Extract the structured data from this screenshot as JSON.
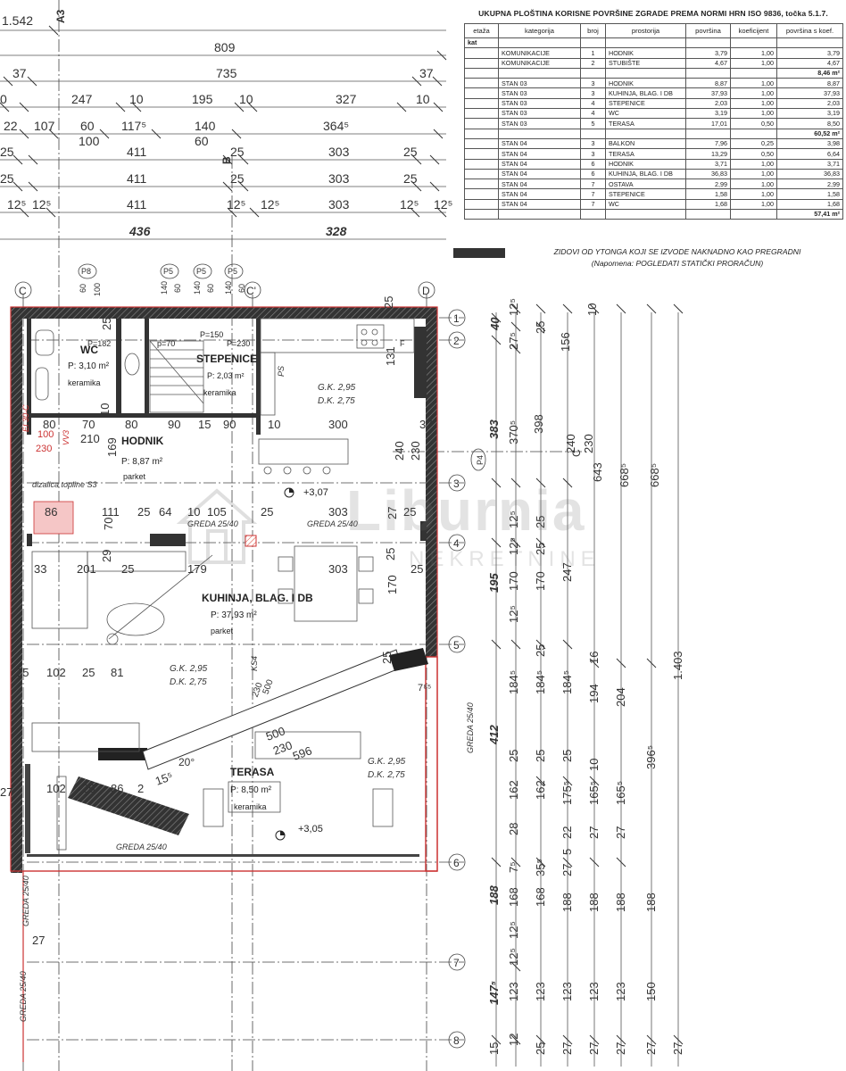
{
  "table": {
    "title": "UKUPNA PLOŠTINA KORISNE POVRŠINE ZGRADE PREMA NORMI HRN ISO 9836, točka 5.1.7.",
    "headers": [
      "etaža",
      "kategorija",
      "broj",
      "prostorija",
      "površina",
      "koeficijent",
      "površina s koef."
    ],
    "section": "kat",
    "rows": [
      [
        "",
        "KOMUNIKACIJE",
        "1",
        "HODNIK",
        "3,79",
        "1,00",
        "3,79"
      ],
      [
        "",
        "KOMUNIKACIJE",
        "2",
        "STUBIŠTE",
        "4,67",
        "1,00",
        "4,67"
      ],
      [
        "",
        "",
        "",
        "",
        "",
        "",
        "8,46 m²"
      ],
      [
        "",
        "STAN 03",
        "3",
        "HODNIK",
        "8,87",
        "1,00",
        "8,87"
      ],
      [
        "",
        "STAN 03",
        "3",
        "KUHINJA, BLAG. I DB",
        "37,93",
        "1,00",
        "37,93"
      ],
      [
        "",
        "STAN 03",
        "4",
        "STEPENICE",
        "2,03",
        "1,00",
        "2,03"
      ],
      [
        "",
        "STAN 03",
        "4",
        "WC",
        "3,19",
        "1,00",
        "3,19"
      ],
      [
        "",
        "STAN 03",
        "5",
        "TERASA",
        "17,01",
        "0,50",
        "8,50"
      ],
      [
        "",
        "",
        "",
        "",
        "",
        "",
        "60,52 m²"
      ],
      [
        "",
        "STAN 04",
        "3",
        "BALKON",
        "7,96",
        "0,25",
        "3,98"
      ],
      [
        "",
        "STAN 04",
        "3",
        "TERASA",
        "13,29",
        "0,50",
        "6,64"
      ],
      [
        "",
        "STAN 04",
        "6",
        "HODNIK",
        "3,71",
        "1,00",
        "3,71"
      ],
      [
        "",
        "STAN 04",
        "6",
        "KUHINJA, BLAG. I DB",
        "36,83",
        "1,00",
        "36,83"
      ],
      [
        "",
        "STAN 04",
        "7",
        "OSTAVA",
        "2,99",
        "1,00",
        "2,99"
      ],
      [
        "",
        "STAN 04",
        "7",
        "STEPENICE",
        "1,58",
        "1,00",
        "1,58"
      ],
      [
        "",
        "STAN 04",
        "7",
        "WC",
        "1,68",
        "1,00",
        "1,68"
      ],
      [
        "",
        "",
        "",
        "",
        "",
        "",
        "57,41 m²"
      ]
    ]
  },
  "legend": {
    "line1": "ZIDOVI OD YTONGA KOJI SE IZVODE NAKNADNO KAO PREGRADNI",
    "line2": "(Napomena: POGLEDATI STATIČKI PRORAČUN)",
    "swatch_color": "#333333"
  },
  "watermark": {
    "name": "Liburnia",
    "sub": "NEKRETNINE"
  },
  "axes": {
    "top_a": "A3",
    "mid_b": "B",
    "top_c": "C",
    "top_c2": "C'",
    "top_d": "D",
    "rows": [
      "1",
      "2",
      "3",
      "4",
      "5",
      "6",
      "7",
      "8"
    ],
    "c_right": "C",
    "p_tags": [
      "P8",
      "P5",
      "P5",
      "P5"
    ],
    "p4": "P4"
  },
  "top_dims": {
    "left_overflow": "1.542",
    "row1": [
      "809"
    ],
    "row2": [
      "37",
      "735",
      "37"
    ],
    "row3": [
      "0",
      "247",
      "10",
      "195",
      "10",
      "327",
      "10"
    ],
    "row4": [
      "22",
      "107",
      "60",
      "117⁵",
      "140",
      "364⁵"
    ],
    "row4b": [
      "100",
      "60"
    ],
    "row5": [
      "25",
      "411",
      "25",
      "303",
      "25"
    ],
    "row6": [
      "25",
      "411",
      "25",
      "303",
      "25"
    ],
    "row7": [
      "12⁵",
      "12⁵",
      "411",
      "12⁵",
      "12⁵",
      "303",
      "12⁵",
      "12⁵"
    ],
    "row8": [
      "436",
      "328"
    ]
  },
  "p_dims": [
    "60",
    "100",
    "140",
    "60",
    "140",
    "60",
    "140",
    "60"
  ],
  "rooms": {
    "wc": {
      "name": "WC",
      "area": "P: 3,10 m²",
      "floor": "keramika"
    },
    "stair": {
      "name": "STEPENICE",
      "area": "P: 2,03 m²",
      "floor": "keramika",
      "p150": "P=150",
      "p70": "p=70",
      "p230": "P=230"
    },
    "hodnik": {
      "name": "HODNIK",
      "area": "P: 8,87 m²",
      "floor": "parket"
    },
    "kuhinja": {
      "name": "KUHINJA, BLAG. I DB",
      "area": "P: 37,93 m²",
      "floor": "parket"
    },
    "terasa": {
      "name": "TERASA",
      "area": "P: 8,50 m²",
      "floor": "keramika"
    }
  },
  "heights": {
    "k1": [
      "G.K. 2,95",
      "D.K. 2,75"
    ],
    "k2": [
      "G.K. 2,95",
      "D.K. 2,75"
    ],
    "k3": [
      "G.K. 2,95",
      "D.K. 2,75"
    ]
  },
  "levels": [
    "+3,07",
    "+3,05"
  ],
  "notes": {
    "greda1": "GREDA 25/40",
    "greda2": "GREDA 25/40",
    "greda3": "GREDA 25/40",
    "greda4": "GREDA 25/40",
    "greda5": "GREDA 25/40",
    "greda6": "GREDA 25/40",
    "dizalica": "dizalica topline S3",
    "wall_label": "EI 30-C",
    "vv": "VV3",
    "ps": "PS",
    "ks4": "KS4",
    "angle": "20°",
    "f_label": "F"
  },
  "interior_dims": [
    "80",
    "70",
    "80",
    "90",
    "15",
    "90",
    "10",
    "300",
    "37",
    "210",
    "169",
    "100",
    "230",
    "240",
    "230",
    "86",
    "111",
    "25",
    "64",
    "10",
    "105",
    "25",
    "303",
    "25",
    "70",
    "29",
    "33",
    "201",
    "25",
    "179",
    "303",
    "25",
    "27",
    "170",
    "25",
    "25",
    "102",
    "25",
    "81",
    "25",
    "500",
    "230",
    "596",
    "15⁵",
    "2",
    "25",
    "86",
    "102",
    "131",
    "25",
    "P=182",
    "25",
    "10",
    "27",
    "500",
    "7⁸⁵",
    "230"
  ],
  "right_dims": [
    "40",
    "12⁵",
    "27⁵",
    "25",
    "156",
    "10",
    "383",
    "370⁵",
    "398",
    "643",
    "668⁵",
    "668⁵",
    "240",
    "230",
    "195",
    "12⁵",
    "170",
    "25",
    "12⁵",
    "25",
    "170",
    "247",
    "12⁵",
    "25",
    "184⁵",
    "184⁵",
    "184⁵",
    "16",
    "194",
    "204",
    "412",
    "25",
    "25",
    "25",
    "10",
    "162",
    "162",
    "175⁵",
    "165⁵",
    "165⁵",
    "396⁵",
    "28",
    "22",
    "27",
    "27",
    "27",
    "188",
    "168",
    "168",
    "188",
    "188",
    "188",
    "188",
    "7⁵",
    "35⁵",
    "5",
    "1.403",
    "12⁵",
    "12⁵",
    "147⁵",
    "123",
    "123",
    "123",
    "123",
    "123",
    "150",
    "15",
    "12",
    "25",
    "27",
    "27",
    "27",
    "27",
    "27"
  ]
}
